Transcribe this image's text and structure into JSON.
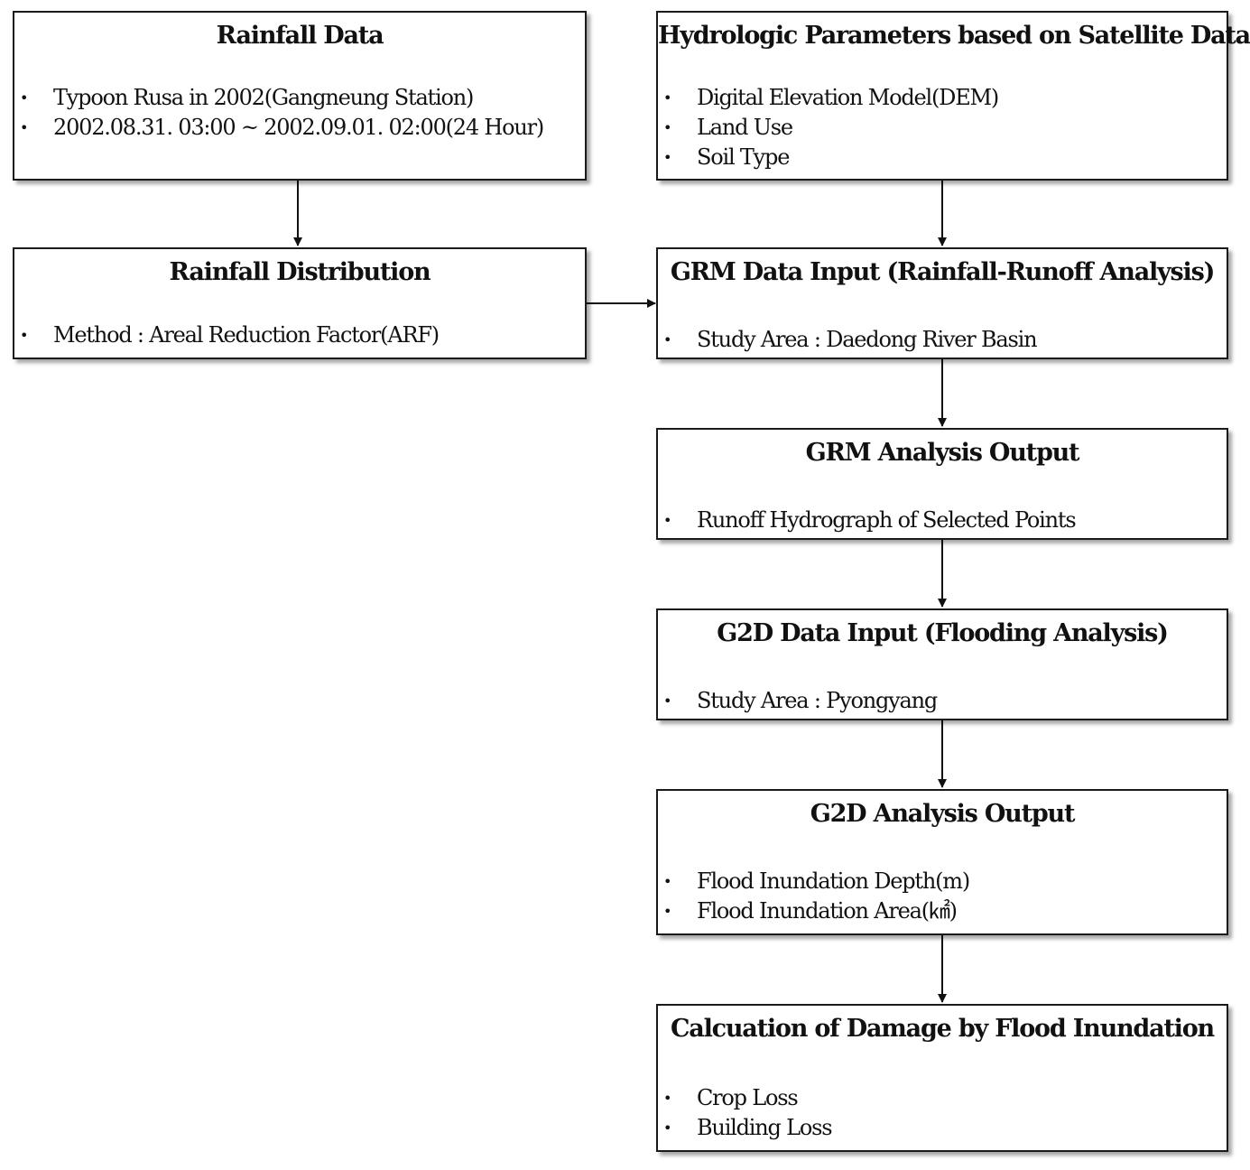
{
  "boxes": {
    "rainfall_data": {
      "title": "Rainfall Data",
      "items": [
        "Typoon Rusa in 2002(Gangneung Station)",
        "2002.08.31. 03:00 ~ 2002.09.01. 02:00(24 Hour)"
      ]
    },
    "hydrologic_parameters": {
      "title": "Hydrologic Parameters based on Satellite Data",
      "items": [
        "Digital Elevation Model(DEM)",
        "Land Use",
        "Soil Type"
      ]
    },
    "rainfall_distribution": {
      "title": "Rainfall Distribution",
      "items": [
        "Method : Areal Reduction Factor(ARF)"
      ]
    },
    "grm_data_input": {
      "title": "GRM Data Input (Rainfall-Runoff Analysis)",
      "items": [
        "Study Area : Daedong River Basin"
      ]
    },
    "grm_analysis_output": {
      "title": "GRM Analysis Output",
      "items": [
        "Runoff Hydrograph of Selected Points"
      ]
    },
    "g2d_data_input": {
      "title": "G2D Data Input (Flooding Analysis)",
      "items": [
        "Study Area : Pyongyang"
      ]
    },
    "g2d_analysis_output": {
      "title": "G2D Analysis Output",
      "items": [
        "Flood Inundation Depth(m)",
        "Flood Inundation Area(㎢)"
      ]
    },
    "damage_calculation": {
      "title": "Calcuation of Damage by Flood Inundation",
      "items": [
        "Crop Loss",
        "Building Loss"
      ]
    }
  },
  "edges": [
    {
      "from": "rainfall_data",
      "to": "rainfall_distribution"
    },
    {
      "from": "hydrologic_parameters",
      "to": "grm_data_input"
    },
    {
      "from": "rainfall_distribution",
      "to": "grm_data_input"
    },
    {
      "from": "grm_data_input",
      "to": "grm_analysis_output"
    },
    {
      "from": "grm_analysis_output",
      "to": "g2d_data_input"
    },
    {
      "from": "g2d_data_input",
      "to": "g2d_analysis_output"
    },
    {
      "from": "g2d_analysis_output",
      "to": "damage_calculation"
    }
  ]
}
